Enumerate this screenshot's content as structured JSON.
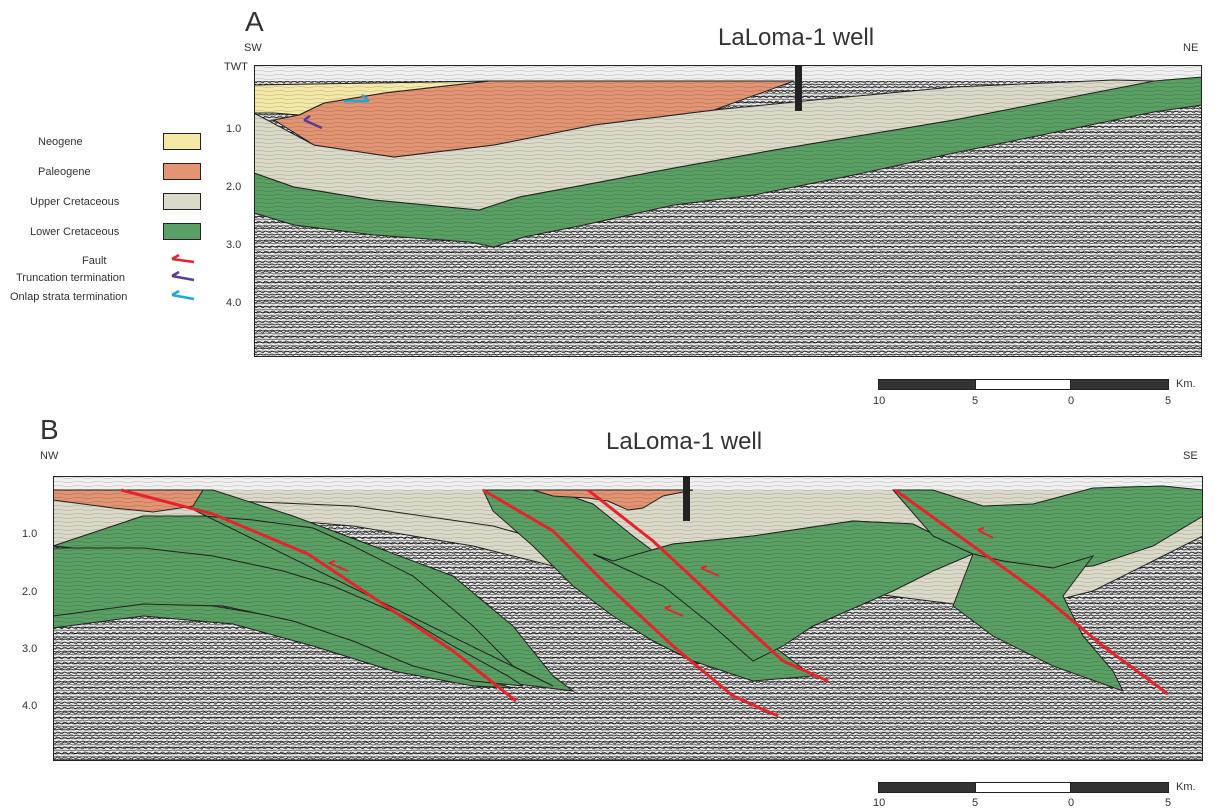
{
  "panel_a": {
    "letter": "A",
    "well_label": "LaLoma-1 well",
    "dir_left": "SW",
    "dir_right": "NE",
    "twt_label": "TWT",
    "depth_ticks": [
      "1.0",
      "2.0",
      "3.0",
      "4.0"
    ]
  },
  "panel_b": {
    "letter": "B",
    "well_label": "LaLoma-1 well",
    "dir_left": "NW",
    "dir_right": "SE",
    "depth_ticks": [
      "1.0",
      "2.0",
      "3.0",
      "4.0"
    ]
  },
  "legend": {
    "units": [
      {
        "label": "Neogene",
        "color": "#f4e9a6"
      },
      {
        "label": "Paleogene",
        "color": "#e39472"
      },
      {
        "label": "Upper Cretaceous",
        "color": "#dbd9c8"
      },
      {
        "label": "Lower Cretaceous",
        "color": "#5aa064"
      }
    ],
    "symbols": [
      {
        "label": "Fault",
        "color": "#e8222a",
        "icon": "fault-arrow-icon"
      },
      {
        "label": "Truncation termination",
        "color": "#5b3a9b",
        "icon": "truncation-arrow-icon"
      },
      {
        "label": "Onlap strata termination",
        "color": "#1fa7d6",
        "icon": "onlap-arrow-icon"
      }
    ]
  },
  "scale_bar": {
    "unit": "Km.",
    "labels": [
      "10",
      "5",
      "0",
      "5"
    ]
  }
}
